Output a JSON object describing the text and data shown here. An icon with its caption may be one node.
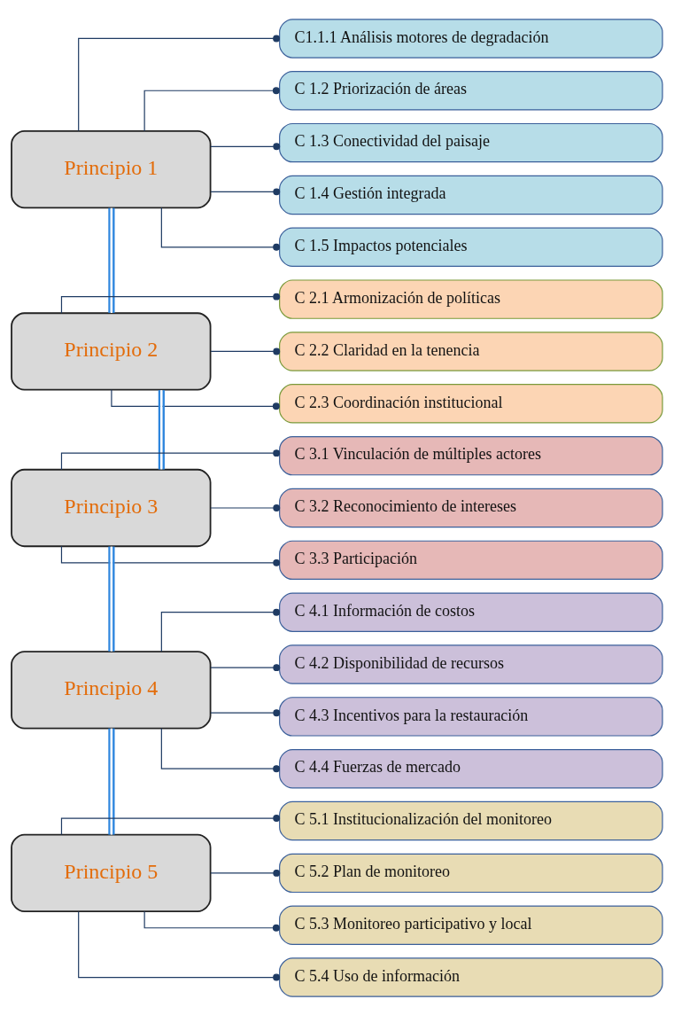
{
  "diagram": {
    "nodes": [
      {
        "text": [
          "Principio 1"
        ]
      },
      {
        "text": [
          "C1.1.1 Análisis motores de degradación"
        ]
      },
      {
        "text": [
          "C 1.2 Priorización de áreas"
        ]
      },
      {
        "text": [
          "C 1.3 Conectividad del paisaje"
        ]
      },
      {
        "text": [
          "C 1.4 Gestión integrada"
        ]
      },
      {
        "text": [
          "C 1.5 Impactos potenciales"
        ]
      },
      {
        "text": [
          "Principio 2"
        ]
      },
      {
        "text": [
          "C 2.1 Armonización de políticas"
        ]
      },
      {
        "text": [
          "C 2.2 Claridad en la tenencia"
        ]
      },
      {
        "text": [
          "C 2.3 Coordinación institucional"
        ]
      },
      {
        "text": [
          "Principio 3"
        ]
      },
      {
        "text": [
          "C 3.1 Vinculación de múltiples actores"
        ]
      },
      {
        "text": [
          "C 3.2 Reconocimiento de intereses"
        ]
      },
      {
        "text": [
          "C 3.3 Participación"
        ]
      },
      {
        "text": [
          "Principio 4"
        ]
      },
      {
        "text": [
          "C 4.1 Información de costos"
        ]
      },
      {
        "text": [
          "C 4.2 Disponibilidad de recursos"
        ]
      },
      {
        "text": [
          "C 4.3 Incentivos para la restauración"
        ]
      },
      {
        "text": [
          "C 4.4 Fuerzas de mercado"
        ]
      },
      {
        "text": [
          "Principio 5"
        ]
      },
      {
        "text": [
          "C 5.1 Institucionalización del monitoreo"
        ]
      },
      {
        "text": [
          "C 5.2 Plan de monitoreo"
        ]
      },
      {
        "text": [
          "C 5.3 Monitoreo participativo y local"
        ]
      },
      {
        "text": [
          "C 5.4 Uso de información"
        ]
      }
    ],
    "edges": [
      {
        "from": 0,
        "to": 1,
        "arrow": "other"
      },
      {
        "from": 0,
        "to": 2,
        "arrow": "other"
      },
      {
        "from": 0,
        "to": 3,
        "arrow": "other"
      },
      {
        "from": 0,
        "to": 4,
        "arrow": "other"
      },
      {
        "from": 0,
        "to": 5,
        "arrow": "other"
      },
      {
        "from": 0,
        "to": 6,
        "arrow": "none",
        "color": "#2e86de"
      },
      {
        "from": 6,
        "to": 7,
        "arrow": "other"
      },
      {
        "from": 6,
        "to": 8,
        "arrow": "other"
      },
      {
        "from": 6,
        "to": 9,
        "arrow": "other"
      },
      {
        "from": 6,
        "to": 10,
        "arrow": "none",
        "color": "#2e86de"
      },
      {
        "from": 10,
        "to": 11,
        "arrow": "other"
      },
      {
        "from": 10,
        "to": 12,
        "arrow": "other"
      },
      {
        "from": 10,
        "to": 13,
        "arrow": "other"
      },
      {
        "from": 10,
        "to": 14,
        "arrow": "none",
        "color": "#2e86de"
      },
      {
        "from": 14,
        "to": 15,
        "arrow": "other"
      },
      {
        "from": 14,
        "to": 16,
        "arrow": "other"
      },
      {
        "from": 14,
        "to": 17,
        "arrow": "other"
      },
      {
        "from": 14,
        "to": 18,
        "arrow": "other"
      },
      {
        "from": 14,
        "to": 19,
        "arrow": "none",
        "color": "#2e86de"
      },
      {
        "from": 19,
        "to": 20,
        "arrow": "other"
      },
      {
        "from": 19,
        "to": 21,
        "arrow": "other"
      },
      {
        "from": 19,
        "to": 22,
        "arrow": "other"
      },
      {
        "from": 19,
        "to": 23,
        "arrow": "other"
      }
    ]
  }
}
